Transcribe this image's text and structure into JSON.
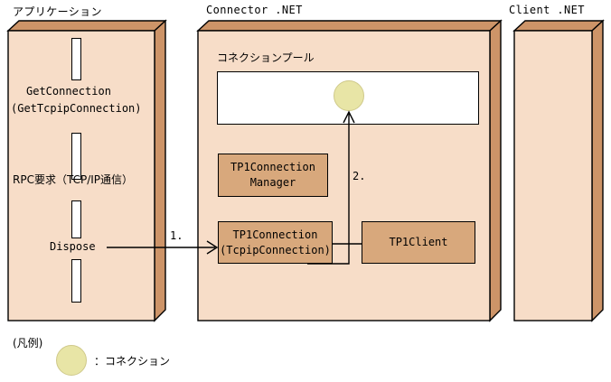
{
  "diagram": {
    "title_application": "アプリケーション",
    "title_connector": "Connector .NET",
    "title_client": "Client .NET"
  },
  "application_panel": {
    "labels": [
      {
        "text": "GetConnection",
        "kind": "mono"
      },
      {
        "text": "(GetTcpipConnection)",
        "kind": "mono"
      },
      {
        "text": "RPC要求（TCP/IP通信）",
        "kind": "jp"
      },
      {
        "text": "Dispose",
        "kind": "mono"
      }
    ]
  },
  "connector_panel": {
    "pool_label": "コネクションプール",
    "boxes": [
      {
        "lines": [
          "TP1Connection",
          "Manager"
        ]
      },
      {
        "lines": [
          "TP1Connection",
          "(TcpipConnection)"
        ]
      },
      {
        "lines": [
          "TP1Client"
        ]
      }
    ]
  },
  "arrows": {
    "step1": "1.",
    "step2": "2."
  },
  "legend": {
    "title": "(凡例)",
    "text": "：コネクション"
  },
  "colors": {
    "panel_face": "#f7ddc8",
    "panel_side": "#cd9468",
    "component_box": "#d8a87c",
    "connection_circle": "#e8e5a6",
    "pool_box": "#ffffff",
    "stroke": "#000000"
  }
}
